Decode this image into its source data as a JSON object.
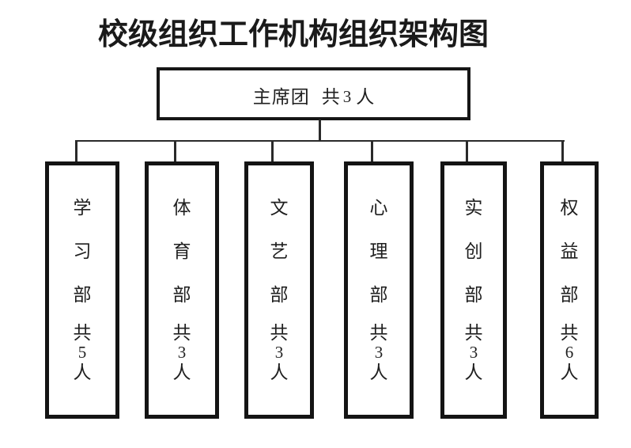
{
  "title": "校级组织工作机构组织架构图",
  "root": {
    "label": "主席团",
    "count_prefix": "共",
    "count_value": "3",
    "count_unit": "人"
  },
  "departments": [
    {
      "name": "学习部",
      "name_chars": [
        "学",
        "习",
        "部"
      ],
      "count_prefix": "共",
      "count_value": "5",
      "count_unit": "人"
    },
    {
      "name": "体育部",
      "name_chars": [
        "体",
        "育",
        "部"
      ],
      "count_prefix": "共",
      "count_value": "3",
      "count_unit": "人"
    },
    {
      "name": "文艺部",
      "name_chars": [
        "文",
        "艺",
        "部"
      ],
      "count_prefix": "共",
      "count_value": "3",
      "count_unit": "人"
    },
    {
      "name": "心理部",
      "name_chars": [
        "心",
        "理",
        "部"
      ],
      "count_prefix": "共",
      "count_value": "3",
      "count_unit": "人"
    },
    {
      "name": "实创部",
      "name_chars": [
        "实",
        "创",
        "部"
      ],
      "count_prefix": "共",
      "count_value": "3",
      "count_unit": "人"
    },
    {
      "name": "权益部",
      "name_chars": [
        "权",
        "益",
        "部"
      ],
      "count_prefix": "共",
      "count_value": "6",
      "count_unit": "人"
    }
  ],
  "colors": {
    "background": "#ffffff",
    "line": "#2a2a2a",
    "box_border": "#141414",
    "text": "#1f1f1f"
  }
}
